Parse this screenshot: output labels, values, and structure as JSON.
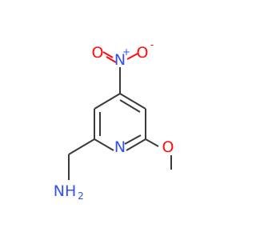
{
  "molecule": {
    "atoms": {
      "ring_n": {
        "symbol": "N",
        "color": "#3050f8"
      },
      "methoxy_o": {
        "symbol": "O",
        "color": "#ff0d0d"
      },
      "nitro_n": {
        "symbol": "N",
        "charge": "+",
        "color": "#3050f8"
      },
      "nitro_o_left": {
        "symbol": "O",
        "color": "#ff0d0d"
      },
      "nitro_o_right": {
        "symbol": "O",
        "charge": "-",
        "color": "#ff0d0d"
      },
      "amine": {
        "symbol": "NH",
        "subscript": "2",
        "color": "#3050f8"
      }
    },
    "bond_color": "#3a3a3a"
  }
}
